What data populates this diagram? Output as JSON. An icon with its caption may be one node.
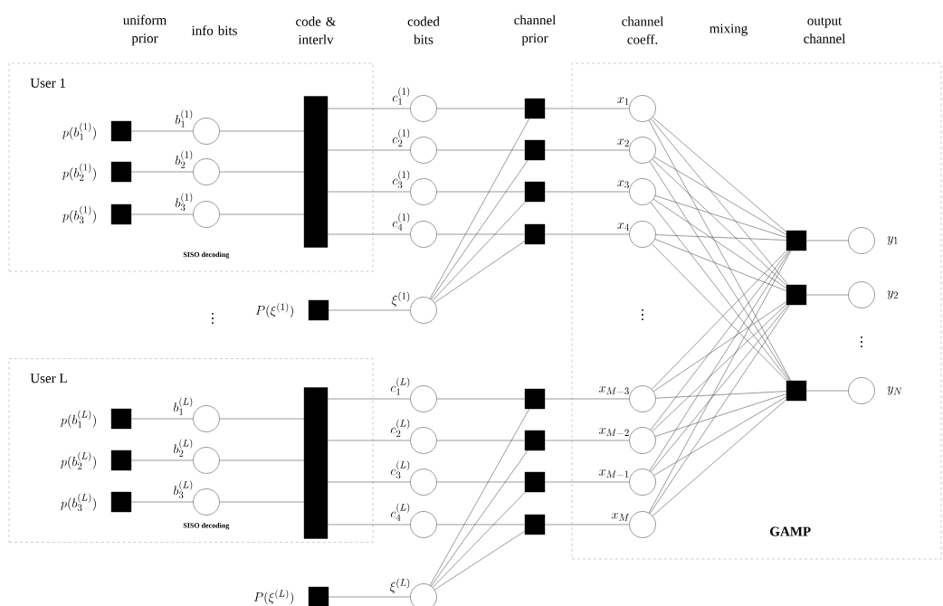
{
  "diagram": {
    "nodes": [
      {
        "text": [
          "User 1",
          "SISO decoding"
        ]
      },
      {
        "text": [],
        "shape": "box",
        "in": 0,
        "beside": [
          "p(b_1^{(1)})"
        ]
      },
      {
        "text": [],
        "shape": "box",
        "in": 0,
        "beside": [
          "p(b_2^{(1)})"
        ]
      },
      {
        "text": [],
        "shape": "box",
        "in": 0,
        "beside": [
          "p(b_3^{(1)})"
        ]
      },
      {
        "text": [],
        "shape": "circle",
        "in": 0,
        "beside": [
          "b_1^{(1)}"
        ]
      },
      {
        "text": [],
        "shape": "circle",
        "in": 0,
        "beside": [
          "b_2^{(1)}"
        ]
      },
      {
        "text": [],
        "shape": "circle",
        "in": 0,
        "beside": [
          "b_3^{(1)}"
        ]
      },
      {
        "text": [],
        "shape": "bar",
        "in": 0
      },
      {
        "text": [],
        "shape": "circle",
        "beside": [
          "c_1^{(1)}"
        ]
      },
      {
        "text": [],
        "shape": "circle",
        "beside": [
          "c_2^{(1)}"
        ]
      },
      {
        "text": [],
        "shape": "circle",
        "beside": [
          "c_3^{(1)}"
        ]
      },
      {
        "text": [],
        "shape": "circle",
        "beside": [
          "c_4^{(1)}"
        ]
      },
      {
        "text": [],
        "shape": "box"
      },
      {
        "text": [],
        "shape": "box"
      },
      {
        "text": [],
        "shape": "box"
      },
      {
        "text": [],
        "shape": "box"
      },
      {
        "text": [],
        "shape": "box",
        "beside": [
          "P(\\xi^{(1)})"
        ]
      },
      {
        "text": [],
        "shape": "circle",
        "beside": [
          "\\xi^{(1)}"
        ]
      },
      {
        "text": [
          "User L",
          "SISO decoding"
        ]
      },
      {
        "text": [],
        "shape": "box",
        "in": 18,
        "beside": [
          "p(b_1^{(L)})"
        ]
      },
      {
        "text": [],
        "shape": "box",
        "in": 18,
        "beside": [
          "p(b_2^{(L)})"
        ]
      },
      {
        "text": [],
        "shape": "box",
        "in": 18,
        "beside": [
          "p(b_3^{(L)})"
        ]
      },
      {
        "text": [],
        "shape": "circle",
        "in": 18,
        "beside": [
          "b_1^{(L)}"
        ]
      },
      {
        "text": [],
        "shape": "circle",
        "in": 18,
        "beside": [
          "b_2^{(L)}"
        ]
      },
      {
        "text": [],
        "shape": "circle",
        "in": 18,
        "beside": [
          "b_3^{(L)}"
        ]
      },
      {
        "text": [],
        "shape": "bar",
        "in": 18
      },
      {
        "text": [],
        "shape": "circle",
        "beside": [
          "c_1^{(L)}"
        ]
      },
      {
        "text": [],
        "shape": "circle",
        "beside": [
          "c_2^{(L)}"
        ]
      },
      {
        "text": [],
        "shape": "circle",
        "beside": [
          "c_3^{(L)}"
        ]
      },
      {
        "text": [],
        "shape": "circle",
        "beside": [
          "c_4^{(L)}"
        ]
      },
      {
        "text": [],
        "shape": "box"
      },
      {
        "text": [],
        "shape": "box"
      },
      {
        "text": [],
        "shape": "box"
      },
      {
        "text": [],
        "shape": "box"
      },
      {
        "text": [],
        "shape": "box",
        "beside": [
          "P(\\xi^{(L)})"
        ]
      },
      {
        "text": [],
        "shape": "circle",
        "beside": [
          "\\xi^{(L)}"
        ]
      },
      {
        "text": [
          "GAMP"
        ]
      },
      {
        "text": [],
        "shape": "circle",
        "in": 36,
        "beside": [
          "x_1"
        ]
      },
      {
        "text": [],
        "shape": "circle",
        "in": 36,
        "beside": [
          "x_2"
        ]
      },
      {
        "text": [],
        "shape": "circle",
        "in": 36,
        "beside": [
          "x_3"
        ]
      },
      {
        "text": [],
        "shape": "circle",
        "in": 36,
        "beside": [
          "x_4"
        ]
      },
      {
        "text": [],
        "shape": "circle",
        "in": 36,
        "beside": [
          "x_{M-3}"
        ]
      },
      {
        "text": [],
        "shape": "circle",
        "in": 36,
        "beside": [
          "x_{M-2}"
        ]
      },
      {
        "text": [],
        "shape": "circle",
        "in": 36,
        "beside": [
          "x_{M-1}"
        ]
      },
      {
        "text": [],
        "shape": "circle",
        "in": 36,
        "beside": [
          "x_M"
        ]
      },
      {
        "text": [],
        "shape": "box",
        "in": 36
      },
      {
        "text": [],
        "shape": "box",
        "in": 36
      },
      {
        "text": [],
        "shape": "box",
        "in": 36
      },
      {
        "text": [],
        "shape": "circle",
        "in": 36,
        "beside": [
          "y_1"
        ]
      },
      {
        "text": [],
        "shape": "circle",
        "in": 36,
        "beside": [
          "y_2"
        ]
      },
      {
        "text": [],
        "shape": "circle",
        "in": 36,
        "beside": [
          "y_N"
        ]
      }
    ],
    "edges": [
      {
        "from": 1,
        "to": 4,
        "arrow": "none"
      },
      {
        "from": 2,
        "to": 5,
        "arrow": "none"
      },
      {
        "from": 3,
        "to": 6,
        "arrow": "none"
      },
      {
        "from": 4,
        "to": 7,
        "arrow": "none"
      },
      {
        "from": 5,
        "to": 7,
        "arrow": "none"
      },
      {
        "from": 6,
        "to": 7,
        "arrow": "none"
      },
      {
        "from": 7,
        "to": 8,
        "arrow": "none"
      },
      {
        "from": 7,
        "to": 9,
        "arrow": "none"
      },
      {
        "from": 7,
        "to": 10,
        "arrow": "none"
      },
      {
        "from": 7,
        "to": 11,
        "arrow": "none"
      },
      {
        "from": 8,
        "to": 12,
        "arrow": "none"
      },
      {
        "from": 9,
        "to": 13,
        "arrow": "none"
      },
      {
        "from": 10,
        "to": 14,
        "arrow": "none"
      },
      {
        "from": 11,
        "to": 15,
        "arrow": "none"
      },
      {
        "from": 16,
        "to": 17,
        "arrow": "none"
      },
      {
        "from": 17,
        "to": 12,
        "arrow": "none"
      },
      {
        "from": 17,
        "to": 13,
        "arrow": "none"
      },
      {
        "from": 17,
        "to": 14,
        "arrow": "none"
      },
      {
        "from": 17,
        "to": 15,
        "arrow": "none"
      },
      {
        "from": 12,
        "to": 37,
        "arrow": "none"
      },
      {
        "from": 13,
        "to": 38,
        "arrow": "none"
      },
      {
        "from": 14,
        "to": 39,
        "arrow": "none"
      },
      {
        "from": 15,
        "to": 40,
        "arrow": "none"
      },
      {
        "from": 19,
        "to": 22,
        "arrow": "none"
      },
      {
        "from": 20,
        "to": 23,
        "arrow": "none"
      },
      {
        "from": 21,
        "to": 24,
        "arrow": "none"
      },
      {
        "from": 22,
        "to": 25,
        "arrow": "none"
      },
      {
        "from": 23,
        "to": 25,
        "arrow": "none"
      },
      {
        "from": 24,
        "to": 25,
        "arrow": "none"
      },
      {
        "from": 25,
        "to": 26,
        "arrow": "none"
      },
      {
        "from": 25,
        "to": 27,
        "arrow": "none"
      },
      {
        "from": 25,
        "to": 28,
        "arrow": "none"
      },
      {
        "from": 25,
        "to": 29,
        "arrow": "none"
      },
      {
        "from": 26,
        "to": 30,
        "arrow": "none"
      },
      {
        "from": 27,
        "to": 31,
        "arrow": "none"
      },
      {
        "from": 28,
        "to": 32,
        "arrow": "none"
      },
      {
        "from": 29,
        "to": 33,
        "arrow": "none"
      },
      {
        "from": 34,
        "to": 35,
        "arrow": "none"
      },
      {
        "from": 35,
        "to": 30,
        "arrow": "none"
      },
      {
        "from": 35,
        "to": 31,
        "arrow": "none"
      },
      {
        "from": 35,
        "to": 32,
        "arrow": "none"
      },
      {
        "from": 35,
        "to": 33,
        "arrow": "none"
      },
      {
        "from": 30,
        "to": 41,
        "arrow": "none"
      },
      {
        "from": 31,
        "to": 42,
        "arrow": "none"
      },
      {
        "from": 32,
        "to": 43,
        "arrow": "none"
      },
      {
        "from": 33,
        "to": 44,
        "arrow": "none"
      },
      {
        "from": 37,
        "to": 45,
        "arrow": "none"
      },
      {
        "from": 37,
        "to": 46,
        "arrow": "none"
      },
      {
        "from": 37,
        "to": 47,
        "arrow": "none"
      },
      {
        "from": 38,
        "to": 45,
        "arrow": "none"
      },
      {
        "from": 38,
        "to": 46,
        "arrow": "none"
      },
      {
        "from": 38,
        "to": 47,
        "arrow": "none"
      },
      {
        "from": 39,
        "to": 45,
        "arrow": "none"
      },
      {
        "from": 39,
        "to": 46,
        "arrow": "none"
      },
      {
        "from": 39,
        "to": 47,
        "arrow": "none"
      },
      {
        "from": 40,
        "to": 45,
        "arrow": "none"
      },
      {
        "from": 40,
        "to": 46,
        "arrow": "none"
      },
      {
        "from": 40,
        "to": 47,
        "arrow": "none"
      },
      {
        "from": 41,
        "to": 45,
        "arrow": "none"
      },
      {
        "from": 41,
        "to": 46,
        "arrow": "none"
      },
      {
        "from": 41,
        "to": 47,
        "arrow": "none"
      },
      {
        "from": 42,
        "to": 45,
        "arrow": "none"
      },
      {
        "from": 42,
        "to": 46,
        "arrow": "none"
      },
      {
        "from": 42,
        "to": 47,
        "arrow": "none"
      },
      {
        "from": 43,
        "to": 45,
        "arrow": "none"
      },
      {
        "from": 43,
        "to": 46,
        "arrow": "none"
      },
      {
        "from": 43,
        "to": 47,
        "arrow": "none"
      },
      {
        "from": 44,
        "to": 45,
        "arrow": "none"
      },
      {
        "from": 44,
        "to": 46,
        "arrow": "none"
      },
      {
        "from": 44,
        "to": 47,
        "arrow": "none"
      },
      {
        "from": 45,
        "to": 48,
        "arrow": "none"
      },
      {
        "from": 46,
        "to": 49,
        "arrow": "none"
      },
      {
        "from": 47,
        "to": 50,
        "arrow": "none"
      }
    ],
    "labels": [
      "uniform prior",
      "info bits",
      "code & interlv",
      "coded bits",
      "channel prior",
      "channel coeff.",
      "mixing",
      "output channel",
      "⋮",
      "⋮",
      "⋮"
    ]
  }
}
